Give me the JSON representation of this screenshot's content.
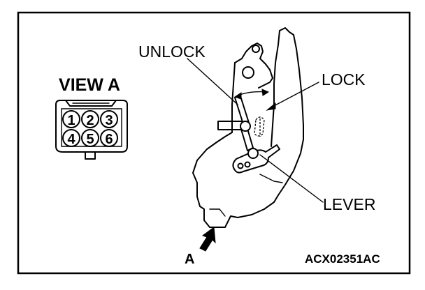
{
  "labels": {
    "unlock": "UNLOCK",
    "lock": "LOCK",
    "lever": "LEVER",
    "view": "VIEW A",
    "arrow_a": "A",
    "code": "ACX02351AC"
  },
  "connector": {
    "pins": [
      "1",
      "2",
      "3",
      "4",
      "5",
      "6"
    ]
  }
}
